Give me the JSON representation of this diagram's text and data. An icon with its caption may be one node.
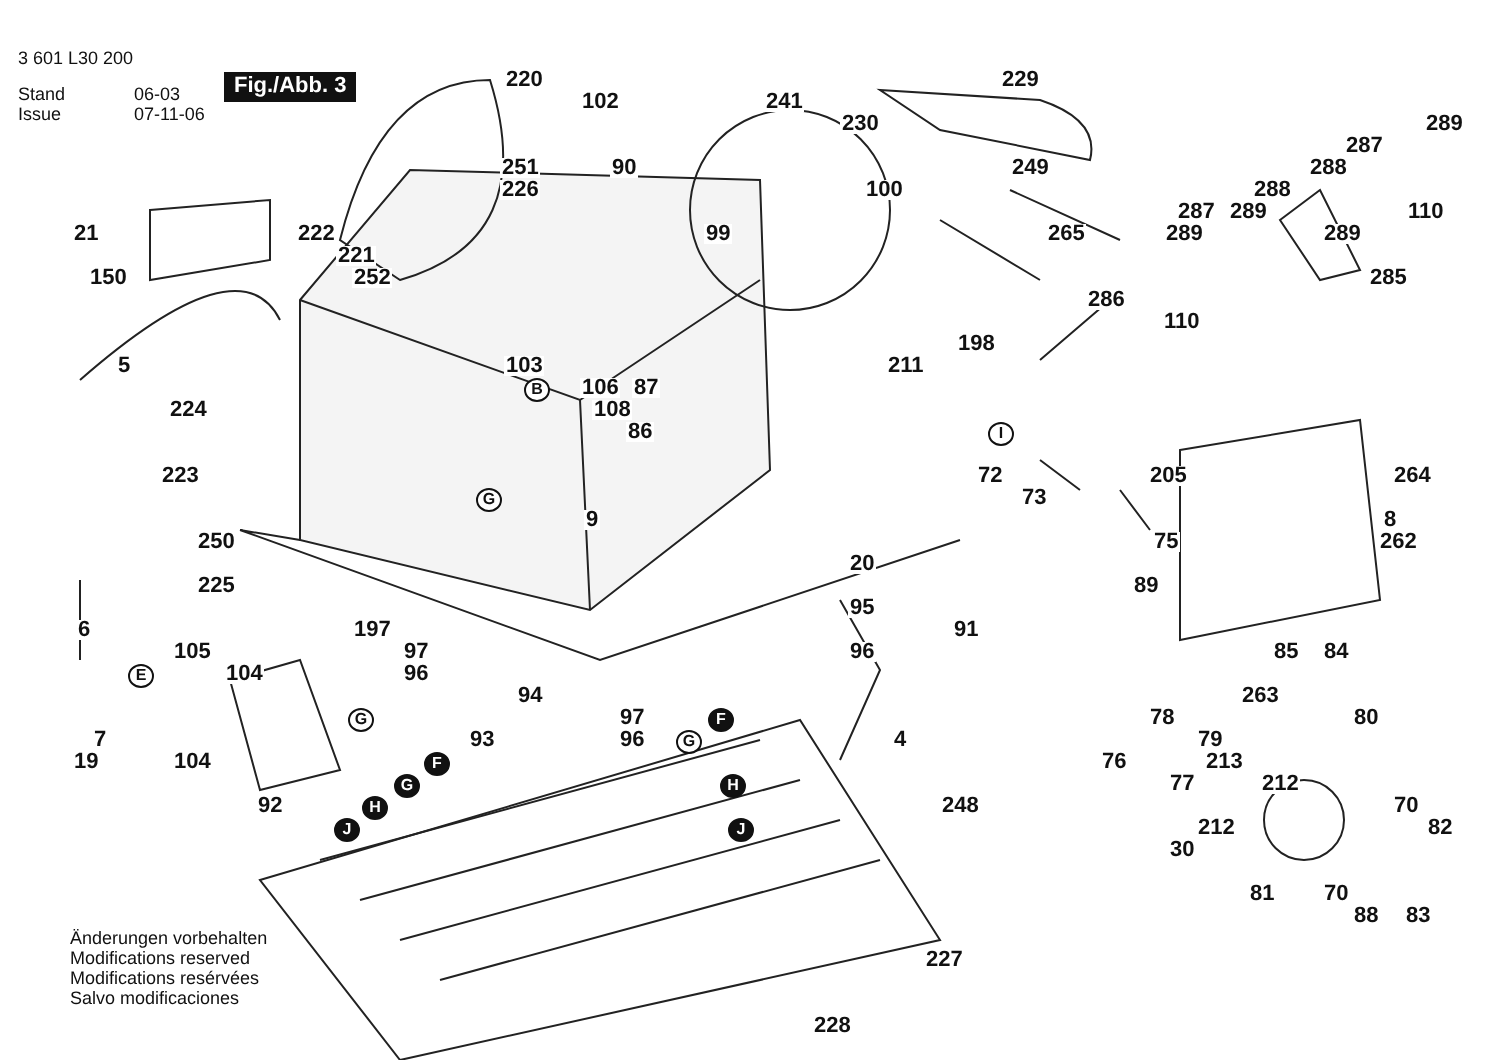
{
  "diagram": {
    "labels": [
      "3 601 L30 200",
      "Stand",
      "06-03",
      "Fig./Abb. 3",
      "Issue",
      "07-11-06",
      "220",
      "229",
      "102",
      "241",
      "230",
      "289",
      "287",
      "251",
      "90",
      "249",
      "288",
      "226",
      "100",
      "288",
      "287",
      "289",
      "110",
      "21",
      "222",
      "99",
      "265",
      "289",
      "289",
      "221",
      "150",
      "252",
      "285",
      "286",
      "110",
      "198",
      "5",
      "103",
      "211",
      "B",
      "106",
      "87",
      "224",
      "108",
      "86",
      "I",
      "223",
      "72",
      "205",
      "264",
      "G",
      "73",
      "9",
      "8",
      "250",
      "75",
      "262",
      "20",
      "225",
      "89",
      "95",
      "6",
      "197",
      "91",
      "105",
      "97",
      "96",
      "85",
      "84",
      "E",
      "104",
      "96",
      "94",
      "263",
      "G",
      "97",
      "F",
      "78",
      "80",
      "7",
      "93",
      "96",
      "G",
      "4",
      "79",
      "19",
      "104",
      "F",
      "76",
      "213",
      "G",
      "H",
      "77",
      "212",
      "92",
      "H",
      "248",
      "70",
      "J",
      "J",
      "212",
      "82",
      "30",
      "81",
      "70",
      "88",
      "83",
      "227",
      "228",
      "Änderungen vorbehalten",
      "Modifications reserved",
      "Modifications resérvées",
      "Salvo modificaciones"
    ]
  }
}
